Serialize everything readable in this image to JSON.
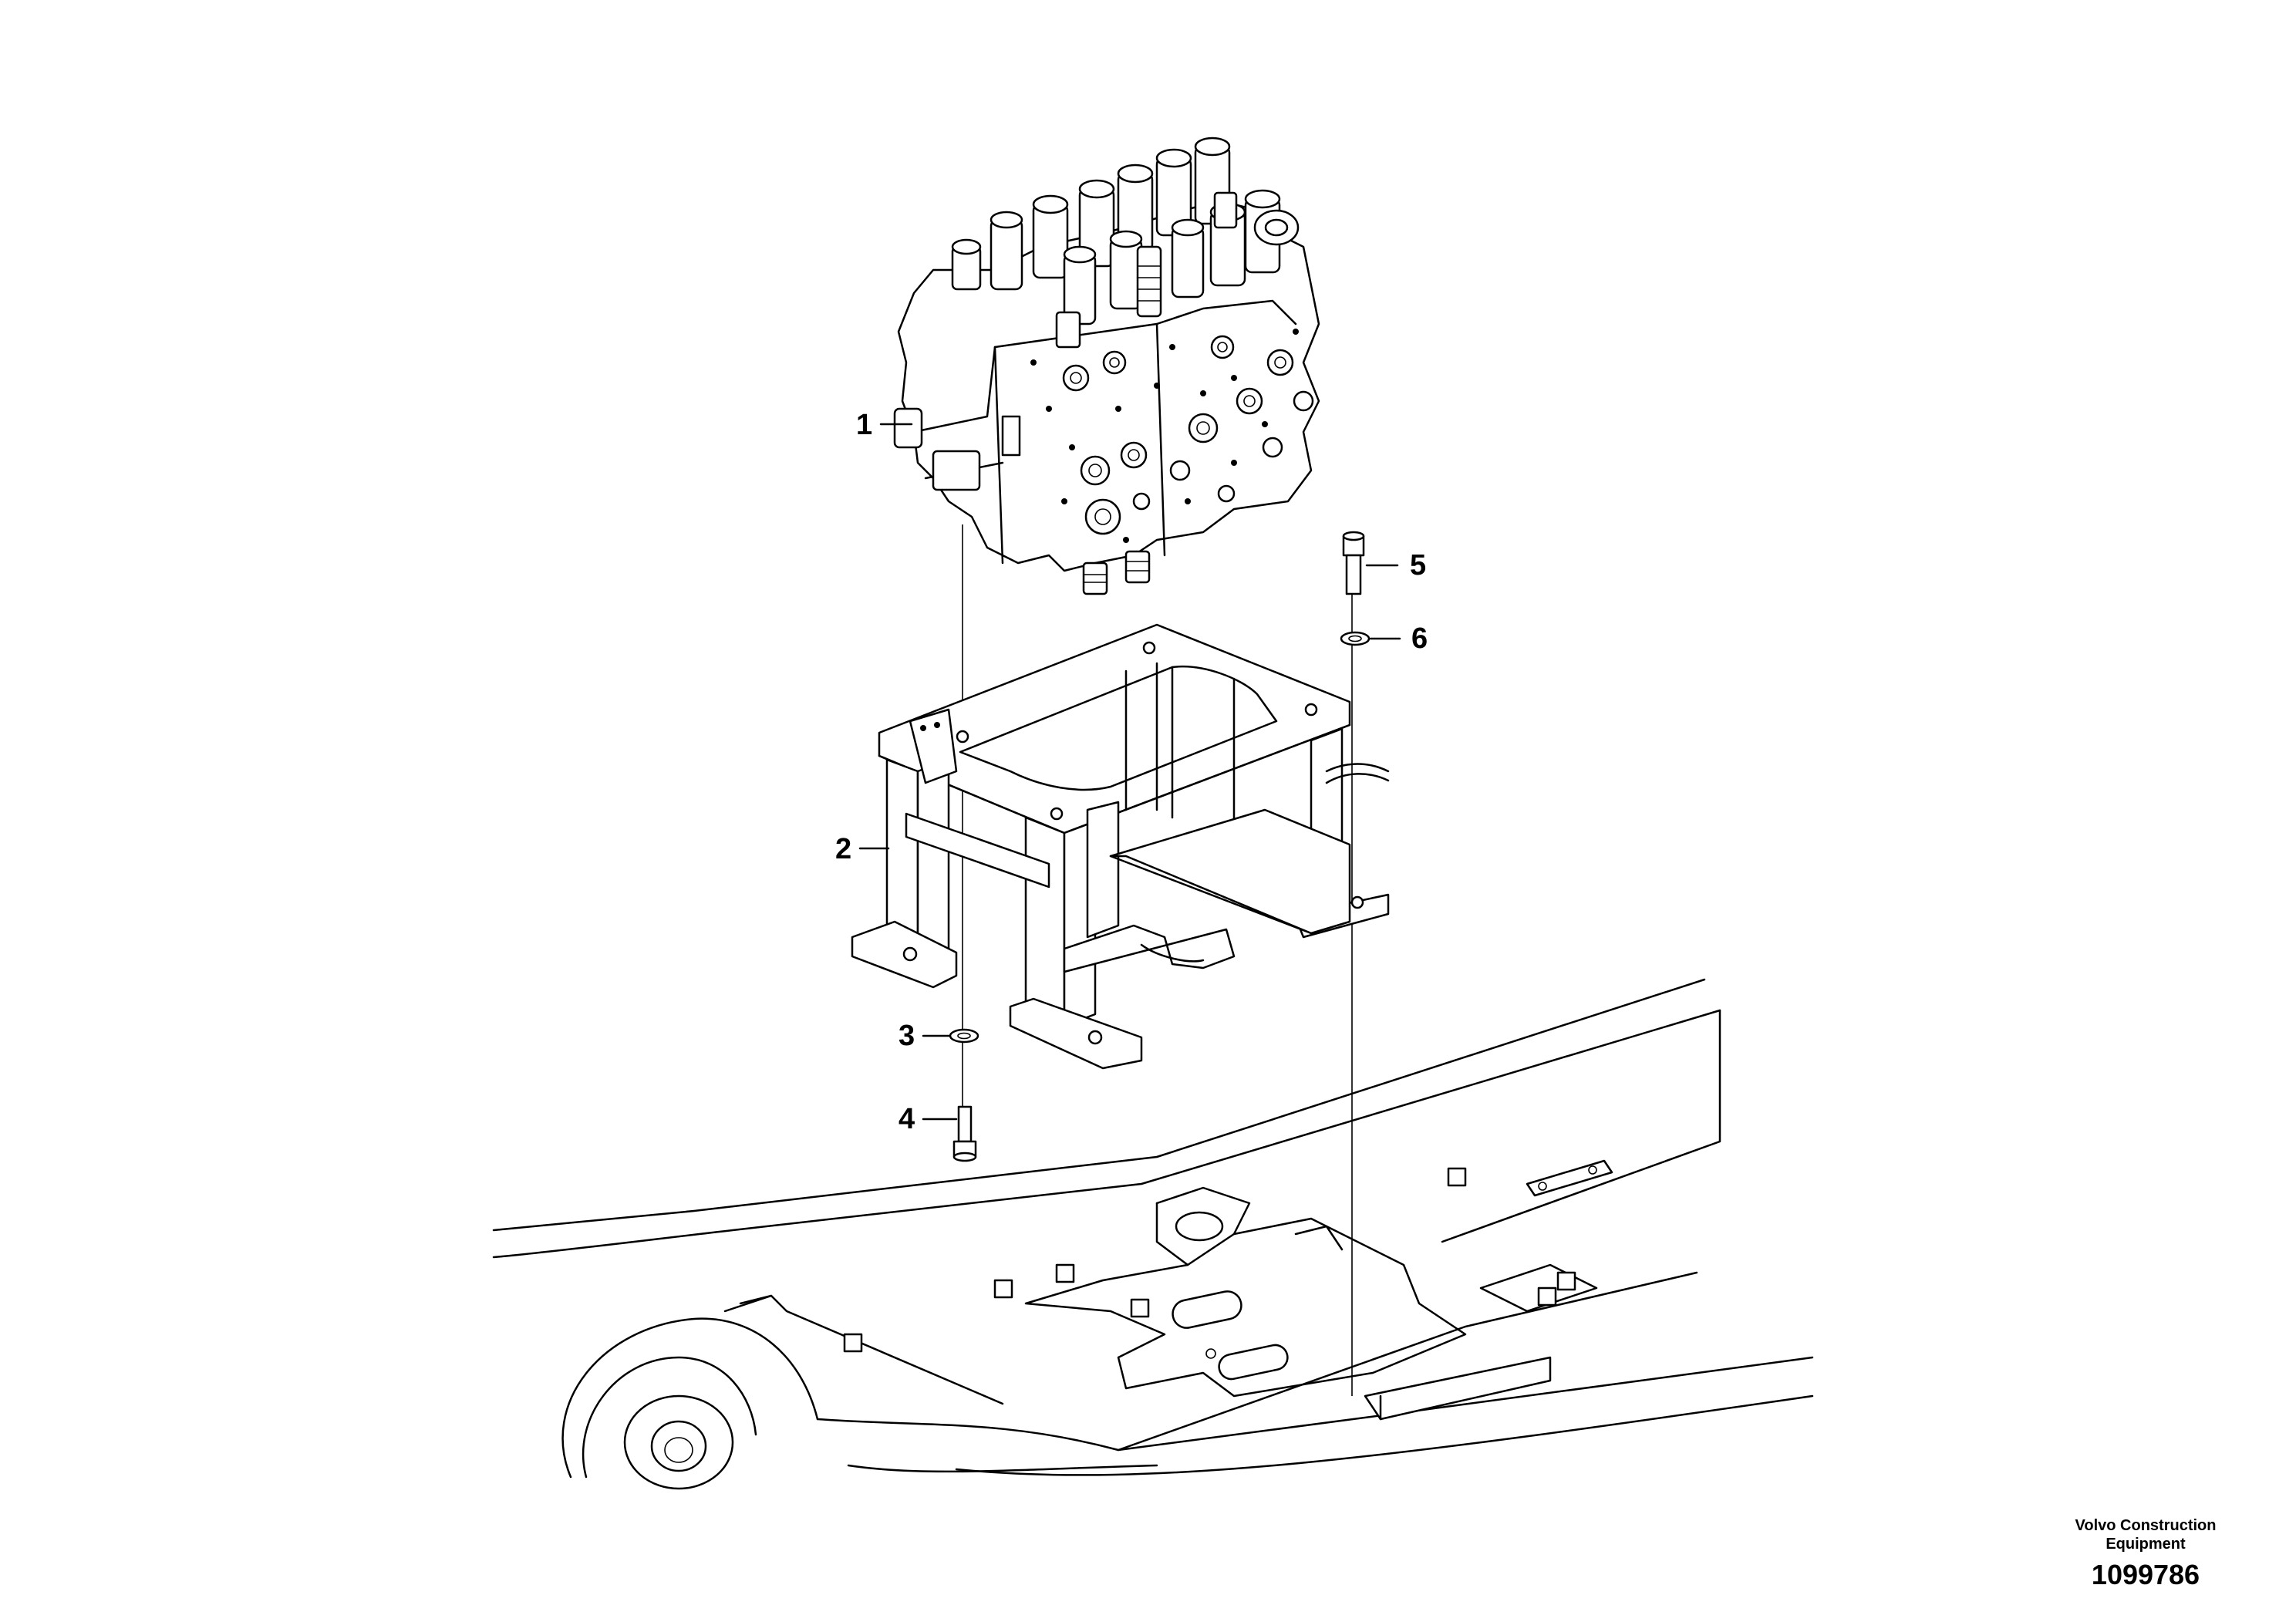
{
  "callouts": [
    {
      "id": "1",
      "label": "1"
    },
    {
      "id": "2",
      "label": "2"
    },
    {
      "id": "3",
      "label": "3"
    },
    {
      "id": "4",
      "label": "4"
    },
    {
      "id": "5",
      "label": "5"
    },
    {
      "id": "6",
      "label": "6"
    }
  ],
  "credit": {
    "brand_line1": "Volvo Construction",
    "brand_line2": "Equipment",
    "drawing_number": "1099786"
  }
}
